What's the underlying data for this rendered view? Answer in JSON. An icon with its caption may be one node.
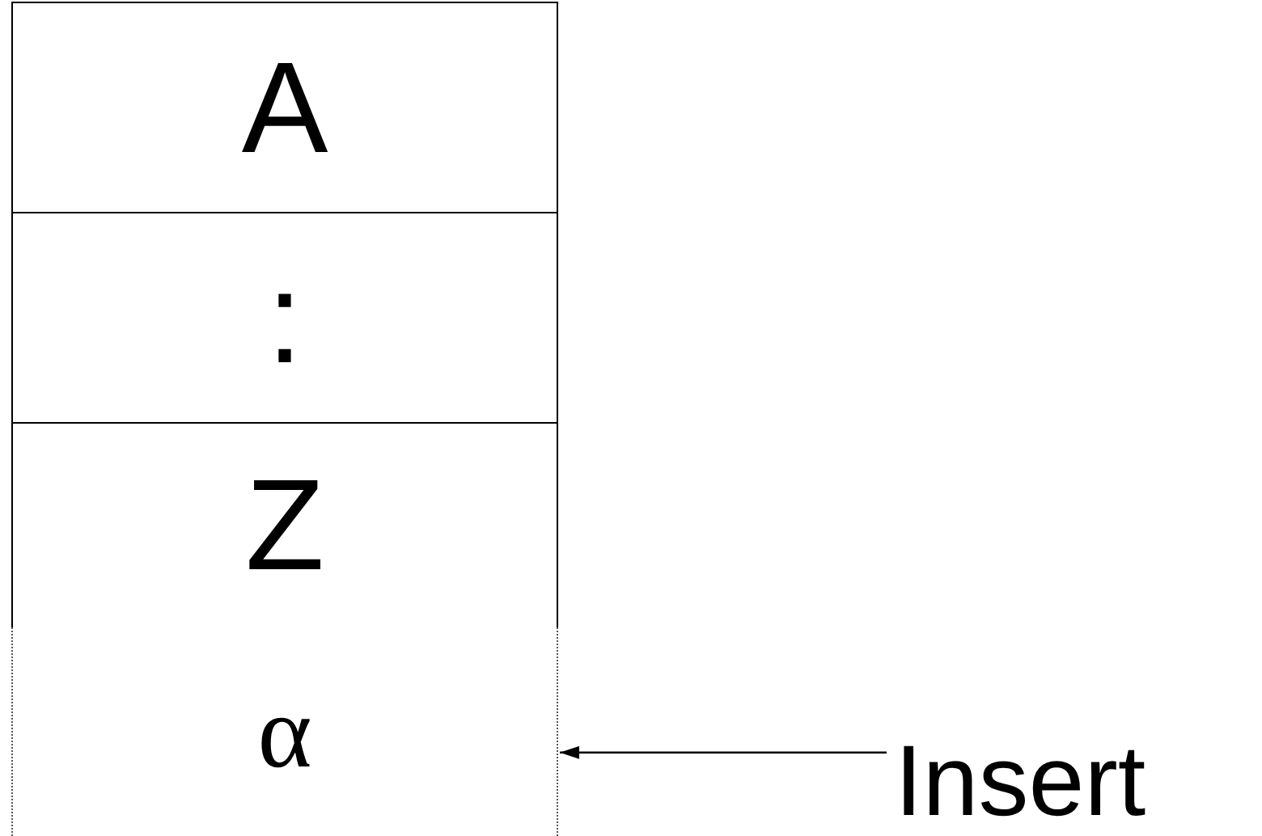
{
  "diagram": {
    "nodes": [
      {
        "text": [
          "A"
        ]
      },
      {
        "text": [
          ":"
        ]
      },
      {
        "text": [
          "Z"
        ]
      },
      {
        "text": [
          "α"
        ]
      },
      {
        "text": [
          "Insert"
        ]
      }
    ],
    "edges": [
      {
        "from": 4,
        "to": 3,
        "arrow": "to"
      }
    ]
  }
}
